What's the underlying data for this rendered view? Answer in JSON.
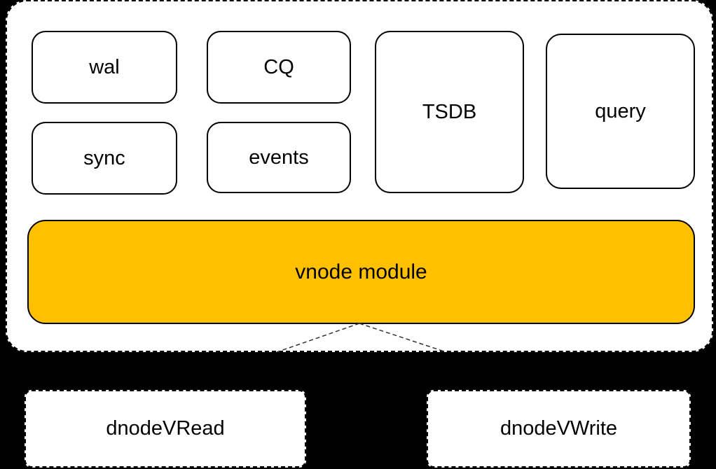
{
  "colors": {
    "background": "#000000",
    "container_fill": "#ffffff",
    "module_fill": "#ffffff",
    "border": "#000000",
    "vnode_fill": "#ffc000",
    "connector": "#333333"
  },
  "vnode_group": {
    "modules": [
      {
        "id": "wal",
        "label": "wal"
      },
      {
        "id": "cq",
        "label": "CQ"
      },
      {
        "id": "sync",
        "label": "sync"
      },
      {
        "id": "events",
        "label": "events"
      },
      {
        "id": "tsdb",
        "label": "TSDB"
      },
      {
        "id": "query",
        "label": "query"
      }
    ],
    "vnode_bar": {
      "label": "vnode module"
    }
  },
  "dnode_queues": [
    {
      "id": "dnode-vread",
      "label": "dnodeVRead"
    },
    {
      "id": "dnode-vwrite",
      "label": "dnodeVWrite"
    }
  ]
}
